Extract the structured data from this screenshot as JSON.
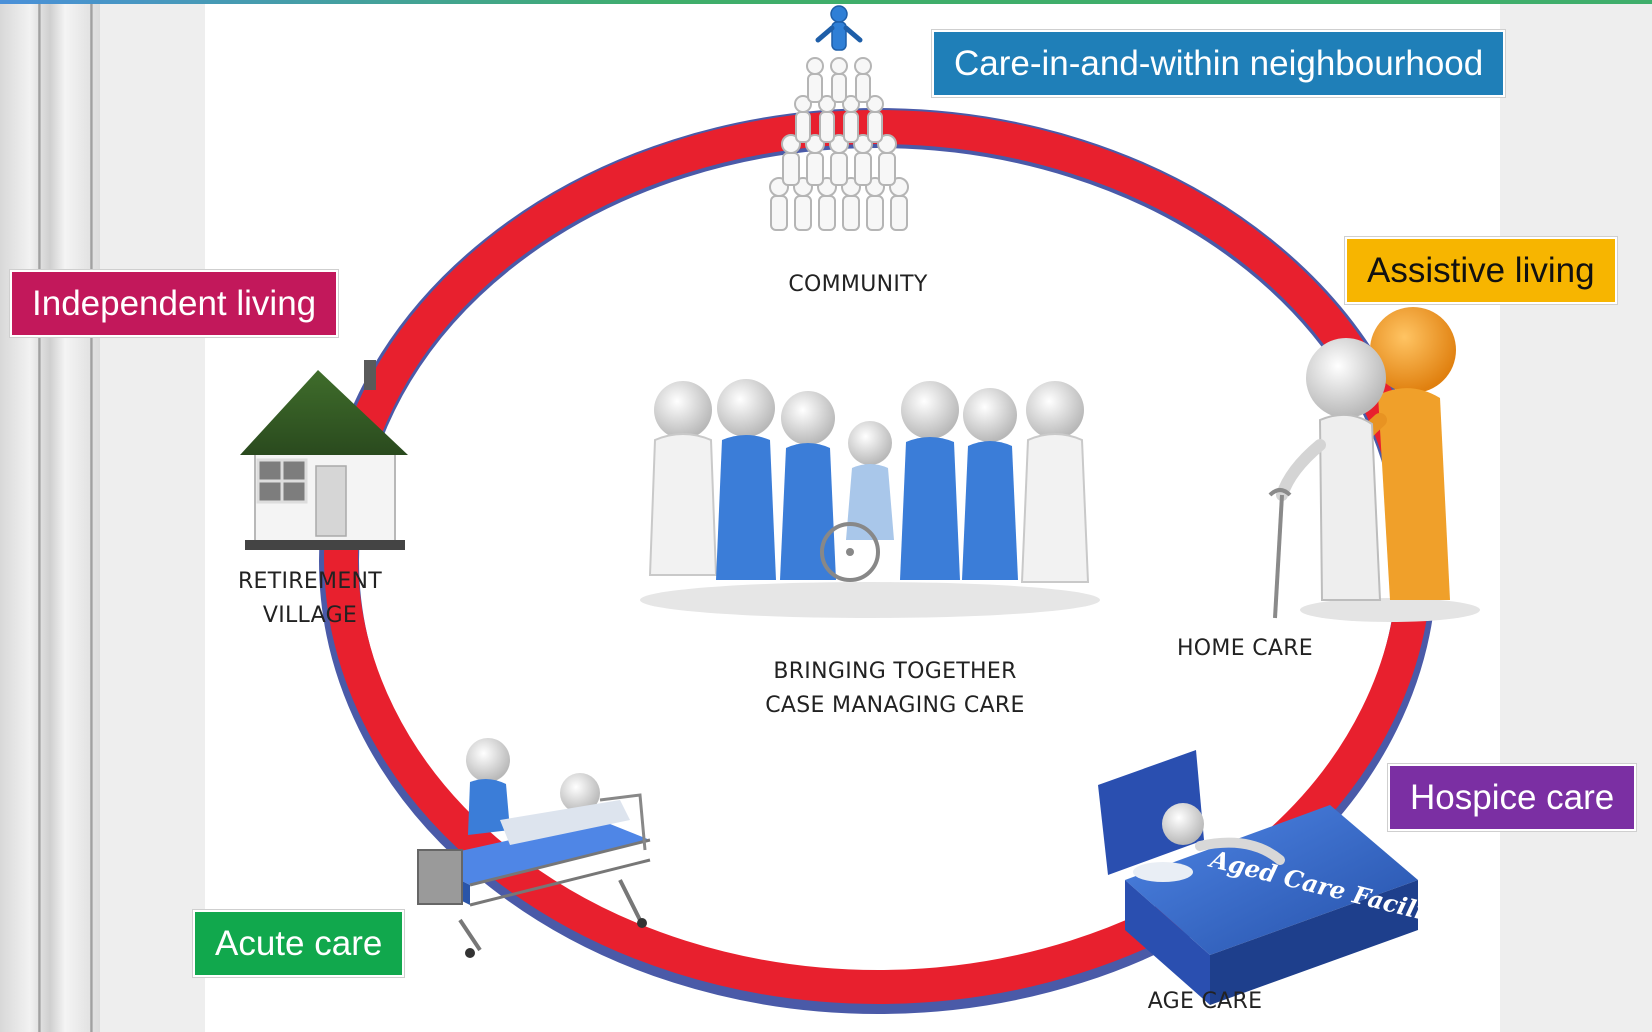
{
  "tags": {
    "neighbourhood": {
      "label": "Care-in-and-within neighbourhood",
      "color": "#1f7fb8"
    },
    "independent": {
      "label": "Independent living",
      "color": "#c2185b"
    },
    "assistive": {
      "label": "Assistive living",
      "color": "#f7b500"
    },
    "hospice": {
      "label": "Hospice care",
      "color": "#7b2fa3"
    },
    "acute": {
      "label": "Acute care",
      "color": "#11a84d"
    }
  },
  "captions": {
    "community": "COMMUNITY",
    "retirement_line1": "RETIREMENT",
    "retirement_line2": "VILLAGE",
    "home_care": "HOME CARE",
    "center_line1": "BRINGING TOGETHER",
    "center_line2": "CASE MANAGING CARE",
    "age_care": "AGE CARE"
  },
  "bed_sign": "Aged Care Facility",
  "colors": {
    "ring": "#e8202e",
    "ring_edge": "#4a5aa8",
    "scrubs": "#3b7dd8"
  },
  "icons": [
    "people-pyramid-icon",
    "house-icon",
    "care-team-icon",
    "walking-assist-icon",
    "hospital-bed-icon",
    "aged-care-bed-icon"
  ]
}
